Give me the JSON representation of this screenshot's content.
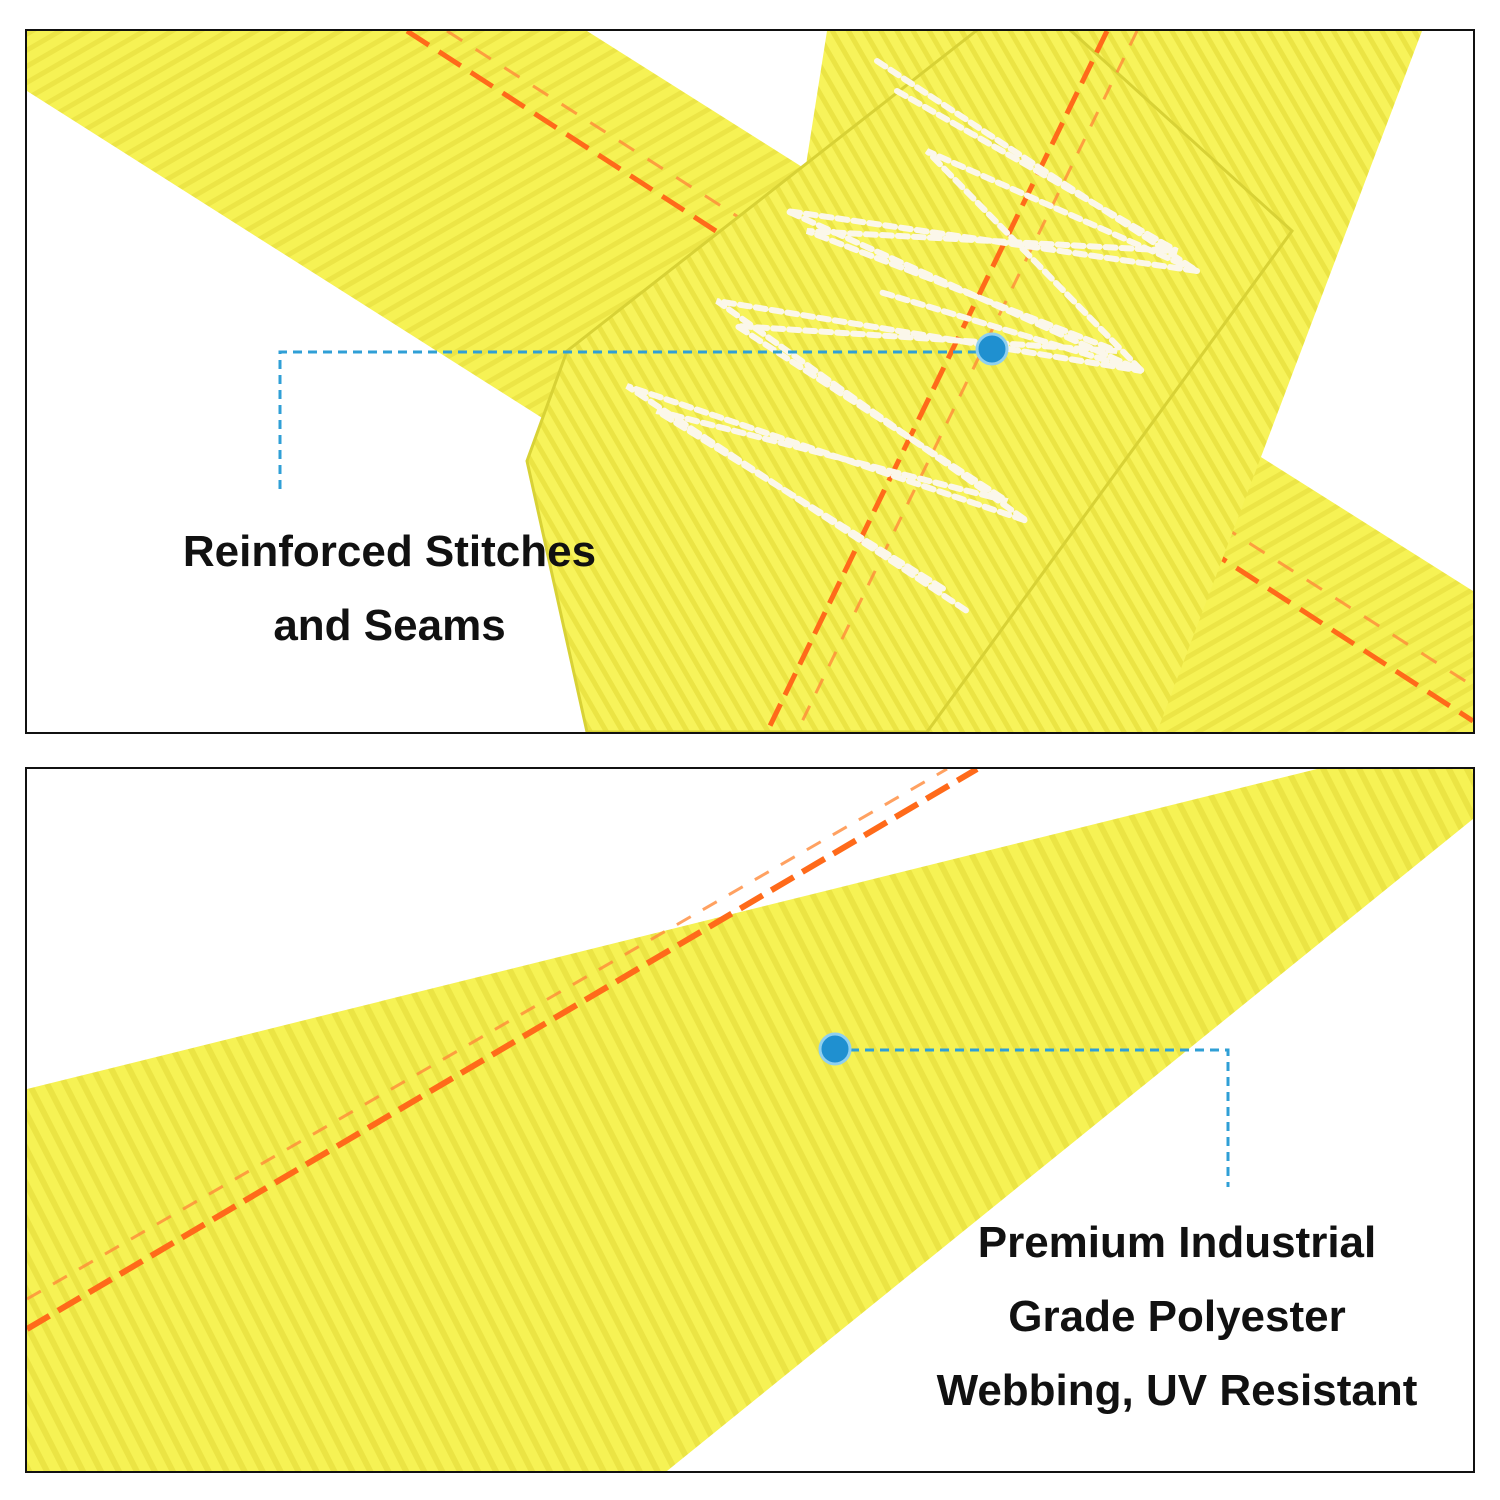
{
  "colors": {
    "webbing": "#f6f254",
    "webbing_shadow": "#e6e040",
    "stripe": "#ff6a1a",
    "stitch": "#fbf7ea",
    "callout": "#2f9fd6",
    "border": "#111111"
  },
  "callouts": {
    "top": {
      "lines": [
        "Reinforced Stitches",
        "and Seams"
      ]
    },
    "bottom": {
      "lines": [
        "Premium Industrial",
        "Grade Polyester",
        "Webbing, UV Resistant"
      ]
    }
  }
}
